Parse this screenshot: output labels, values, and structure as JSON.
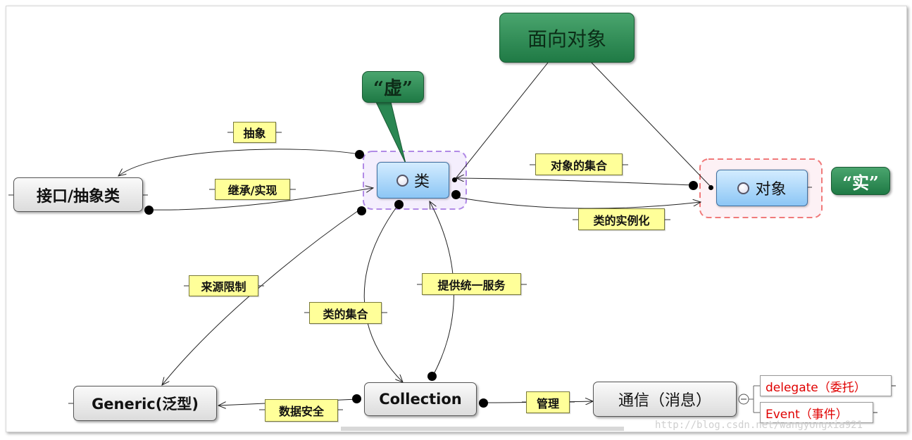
{
  "nodes": {
    "oop": "面向对象",
    "virtual": "“虚”",
    "real": "“实”",
    "class": "类",
    "object": "对象",
    "interface": "接口/抽象类",
    "generic": "Generic(泛型)",
    "collection": "Collection",
    "communication": "通信（消息）"
  },
  "labels": {
    "abstraction": "抽象",
    "inheritance": "继承/实现",
    "object_set": "对象的集合",
    "instantiation": "类的实例化",
    "source_limit": "来源限制",
    "class_set": "类的集合",
    "unified_service": "提供统一服务",
    "data_safety": "数据安全",
    "manage": "管理"
  },
  "sub_items": [
    "delegate（委托）",
    "Event（事件）"
  ],
  "watermark": "http://blog.csdn.net/wangyongxia921",
  "colors": {
    "callout_green": "#2e8b57",
    "label_yellow": "#ffff99",
    "node_blue": "#a9d6fb",
    "sub_text_red": "#e00000",
    "virtual_group_border": "#b18ae6",
    "real_group_border": "#f07a7a"
  },
  "icons": {
    "class_node": "ring-icon",
    "object_node": "ring-icon",
    "collapse": "minus-circle-icon"
  }
}
